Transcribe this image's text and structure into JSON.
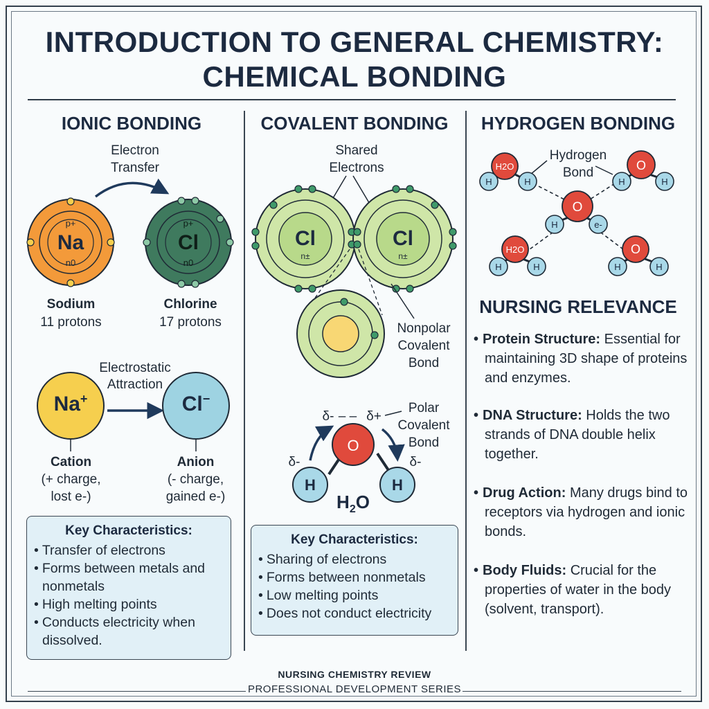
{
  "title": {
    "line1": "INTRODUCTION TO GENERAL CHEMISTRY:",
    "line2": "CHEMICAL BONDING"
  },
  "ionic": {
    "heading": "IONIC BONDING",
    "transfer_label_1": "Electron",
    "transfer_label_2": "Transfer",
    "na_symbol": "Na",
    "cl_symbol": "Cl",
    "proton_mark": "p+",
    "neutron_mark": "n0",
    "sodium_name": "Sodium",
    "sodium_protons": "11 protons",
    "chlorine_name": "Chlorine",
    "chlorine_protons": "17 protons",
    "attraction_1": "Electrostatic",
    "attraction_2": "Attraction",
    "cation_symbol": "Na",
    "cation_charge": "+",
    "anion_symbol": "Cl",
    "anion_charge": "−",
    "cation_name": "Cation",
    "cation_desc_1": "(+ charge,",
    "cation_desc_2": "lost e-)",
    "anion_name": "Anion",
    "anion_desc_1": "(- charge,",
    "anion_desc_2": "gained e-)",
    "key_title": "Key Characteristics:",
    "key_items": [
      "Transfer of electrons",
      "Forms between metals and nonmetals",
      "High melting points",
      "Conducts electricity when dissolved."
    ]
  },
  "covalent": {
    "heading": "COVALENT BONDING",
    "shared_1": "Shared",
    "shared_2": "Electrons",
    "cl_symbol": "Cl",
    "neutron_mark": "n±",
    "nonpolar_1": "Nonpolar",
    "nonpolar_2": "Covalent",
    "nonpolar_3": "Bond",
    "polar_1": "Polar",
    "polar_2": "Covalent",
    "polar_3": "Bond",
    "delta_minus": "δ-",
    "delta_plus": "δ+",
    "o_symbol": "O",
    "h_symbol": "H",
    "water_H": "H",
    "water_sub": "2",
    "water_O": "O",
    "key_title": "Key Characteristics:",
    "key_items": [
      "Sharing of electrons",
      "Forms between nonmetals",
      "Low melting points",
      "Does not conduct electricity"
    ]
  },
  "hydrogen": {
    "heading": "HYDROGEN BONDING",
    "bond_label_1": "Hydrogen",
    "bond_label_2": "Bond",
    "h2o_label": "H2O",
    "o_symbol": "O",
    "h_symbol": "H",
    "e_minus": "e-"
  },
  "nursing": {
    "heading": "NURSING RELEVANCE",
    "items": [
      {
        "term": "Protein Structure:",
        "text": "Essential for maintaining 3D shape of proteins and enzymes."
      },
      {
        "term": "DNA Structure:",
        "text": "Holds the two strands of DNA double helix together."
      },
      {
        "term": "Drug Action:",
        "text": "Many drugs bind to receptors via hydrogen and ionic bonds."
      },
      {
        "term": "Body Fluids:",
        "text": "Crucial for the properties of water in the body (solvent, transport)."
      }
    ]
  },
  "footer": {
    "line1": "NURSING CHEMISTRY REVIEW",
    "line2": "PROFESSIONAL DEVELOPMENT SERIES"
  },
  "colors": {
    "sodium": "#f39a3a",
    "chlorine": "#3f7a5e",
    "cation": "#f6cf4e",
    "anion": "#9ed3e2",
    "covalent_green": "#b8d98a",
    "oxygen": "#e04a3c",
    "hydrogen": "#a9d8e8",
    "box": "#e1f0f7"
  }
}
